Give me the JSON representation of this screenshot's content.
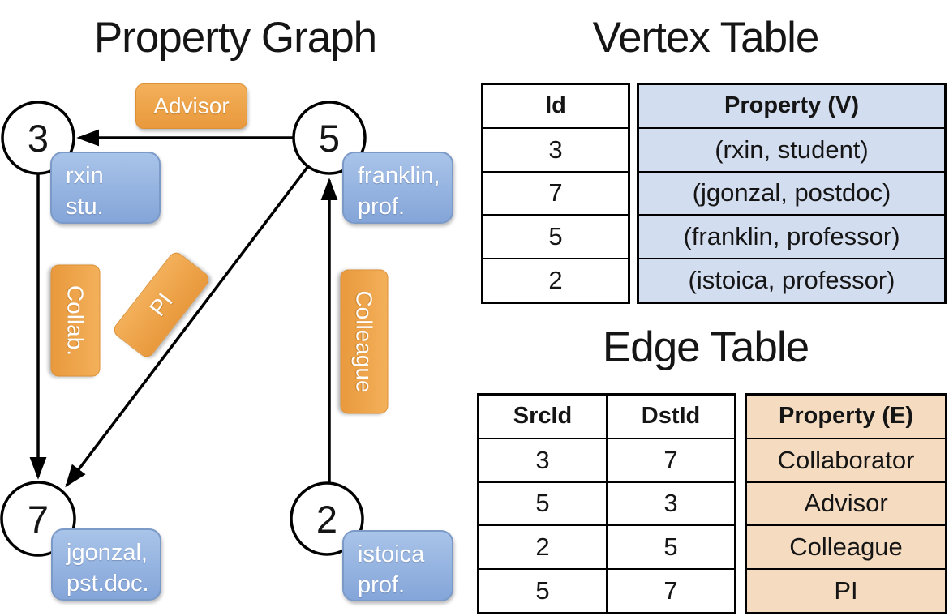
{
  "panel_titles": {
    "graph": "Property Graph",
    "vertex": "Vertex Table",
    "edge": "Edge Table"
  },
  "graph": {
    "nodes": [
      {
        "id": "3",
        "box_line1": "rxin",
        "box_line2": "stu."
      },
      {
        "id": "5",
        "box_line1": "franklin,",
        "box_line2": "prof."
      },
      {
        "id": "7",
        "box_line1": "jgonzal,",
        "box_line2": "pst.doc."
      },
      {
        "id": "2",
        "box_line1": "istoica",
        "box_line2": "prof."
      }
    ],
    "edges": [
      {
        "from": "5",
        "to": "3",
        "label": "Advisor"
      },
      {
        "from": "3",
        "to": "7",
        "label": "Collab."
      },
      {
        "from": "5",
        "to": "7",
        "label": "PI"
      },
      {
        "from": "2",
        "to": "5",
        "label": "Colleague"
      }
    ]
  },
  "vertex_table": {
    "headers": [
      "Id",
      "Property (V)"
    ],
    "rows": [
      [
        "3",
        "(rxin, student)"
      ],
      [
        "7",
        "(jgonzal, postdoc)"
      ],
      [
        "5",
        "(franklin, professor)"
      ],
      [
        "2",
        "(istoica, professor)"
      ]
    ]
  },
  "edge_table": {
    "headers": [
      "SrcId",
      "DstId",
      "Property (E)"
    ],
    "rows": [
      [
        "3",
        "7",
        "Collaborator"
      ],
      [
        "5",
        "3",
        "Advisor"
      ],
      [
        "2",
        "5",
        "Colleague"
      ],
      [
        "5",
        "7",
        "PI"
      ]
    ]
  },
  "colors": {
    "edge_badge_top": "#f3b05a",
    "edge_badge_bottom": "#e9993d",
    "edge_badge_border": "#dc9137",
    "vertex_box_top": "#a9c4e9",
    "vertex_box_bottom": "#84a5d9",
    "vertex_box_border": "#7b9ac8",
    "vertex_cell_bg": "#d3ddf0",
    "edge_cell_bg": "#f5dcc1",
    "line_color": "#000000"
  }
}
